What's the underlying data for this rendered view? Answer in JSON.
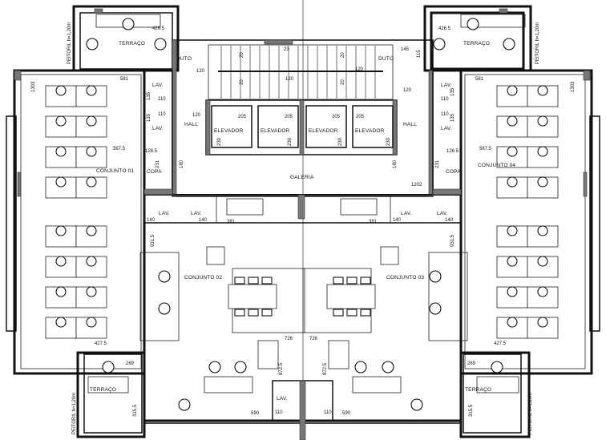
{
  "plan": {
    "rooms": {
      "terraco": "TERRAÇO",
      "conjunto_01": "CONJUNTO 01",
      "conjunto_02": "CONJUNTO 02",
      "conjunto_03": "CONJUNTO 03",
      "conjunto_04": "CONJUNTO 04",
      "hall": "HALL",
      "elevador": "ELEVADOR",
      "galeria": "GALERIA",
      "copa": "COPA",
      "lav": "LAV.",
      "duto": "DUTO"
    },
    "peitoril": "PEITORIL h=1,20m",
    "dimensions": {
      "terrace_top": "426.5",
      "office_width": "581",
      "office_depth": "1303",
      "office_area": "567.5",
      "office_bottom": "427.5",
      "hall": "120",
      "galeria_len": "1202",
      "galeria_width": "180",
      "elevator_w": "205",
      "elevator_d": "230",
      "stair_step": "23",
      "stair_20": "20",
      "copa_w": "126.5",
      "copa_d": "231",
      "lav_w": "140",
      "lav_135": "135",
      "lav_110": "110",
      "duct_145": "145",
      "duct_115": "115",
      "wall_381": "381",
      "depth_931": "931.5",
      "meeting_726": "726",
      "depth_872": "872.5",
      "terrace_269": "269",
      "terrace_315": "315.5",
      "office_590": "590"
    }
  }
}
